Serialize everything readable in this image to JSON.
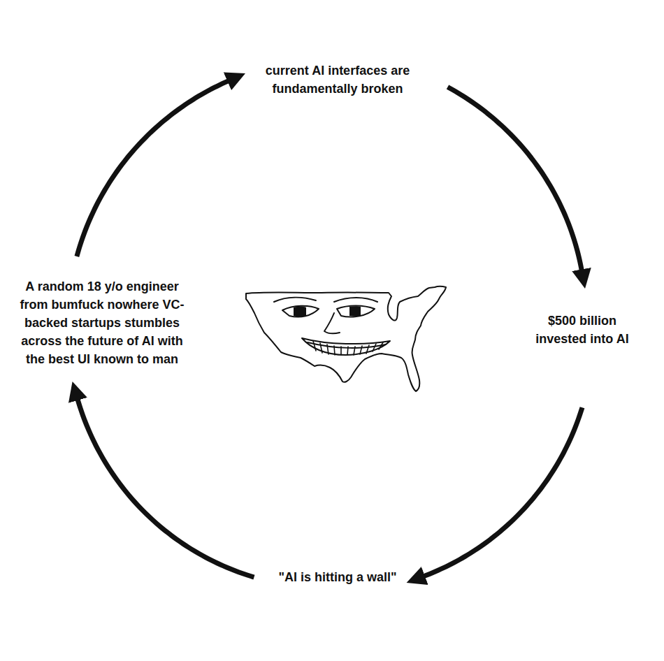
{
  "diagram": {
    "nodes": [
      {
        "text": [
          "current AI interfaces are fundamentally broken"
        ]
      },
      {
        "text": [
          "$500 billion invested into AI"
        ]
      },
      {
        "text": [
          "\"AI is hitting a wall\""
        ]
      },
      {
        "text": [
          "A random 18 y/o engineer from bumfuck nowhere VC-backed startups stumbles across the future of AI with the best UI known to man"
        ]
      }
    ],
    "edges": [
      {
        "from": 0,
        "to": 1,
        "arrow": "to"
      },
      {
        "from": 1,
        "to": 2,
        "arrow": "to"
      },
      {
        "from": 2,
        "to": 3,
        "arrow": "to"
      },
      {
        "from": 3,
        "to": 0,
        "arrow": "to"
      }
    ]
  }
}
